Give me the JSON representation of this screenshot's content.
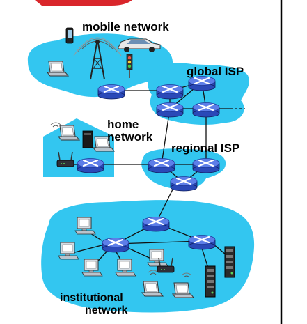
{
  "labels": {
    "mobile": "mobile network",
    "global": "global ISP",
    "home_line1": "home",
    "home_line2": "network",
    "regional": "regional ISP",
    "inst_line1": "institutional",
    "inst_line2": "network"
  },
  "colors": {
    "cloud": "#33c6f0",
    "router": "#2a49b8",
    "link": "#111111",
    "border": "#000000"
  },
  "icons": [
    "router-icon",
    "cell-tower-icon",
    "laptop-icon",
    "smartphone-icon",
    "car-icon",
    "traffic-light-icon",
    "wifi-access-point-icon",
    "desktop-computer-icon",
    "server-icon",
    "house-icon"
  ]
}
